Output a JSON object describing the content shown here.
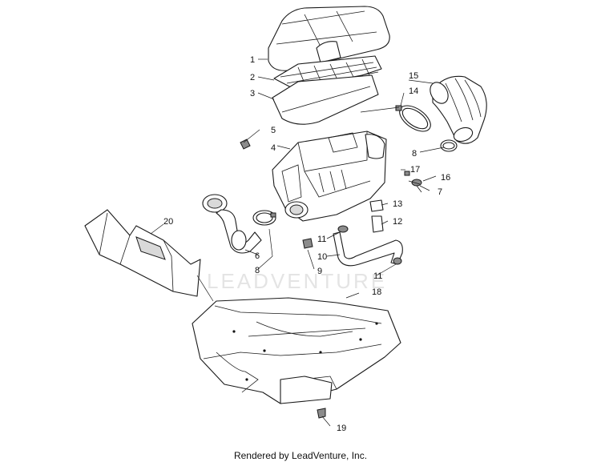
{
  "callouts": [
    "1",
    "2",
    "3",
    "4",
    "5",
    "6",
    "7",
    "8",
    "8",
    "9",
    "10",
    "11",
    "11",
    "12",
    "13",
    "14",
    "15",
    "16",
    "17",
    "18",
    "19",
    "20"
  ],
  "watermark": "LEADVENTURE",
  "footer": "Rendered by LeadVenture, Inc."
}
